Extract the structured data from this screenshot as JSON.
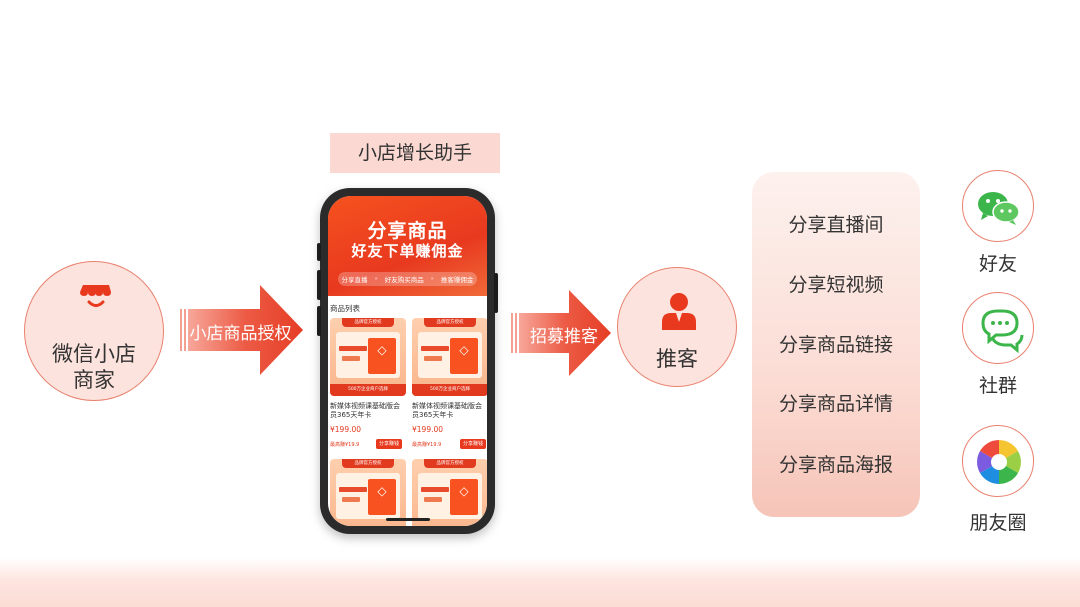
{
  "merchant": {
    "line1": "微信小店",
    "line2": "商家"
  },
  "arrow_authorize": {
    "label": "小店商品授权"
  },
  "title_tag": "小店增长助手",
  "phone": {
    "banner_title": "分享商品",
    "banner_subtitle": "好友下单赚佣金",
    "steps": [
      "分享直播",
      "好友购买商品",
      "推客赚佣金"
    ],
    "list_title": "商品列表",
    "cards": [
      {
        "tag": "品牌官方授权",
        "foot": "500万企业商户选择",
        "name": "新媒体视频课基础版会员365天年卡",
        "price": "¥199.00",
        "earn": "最高赚¥19.9",
        "button": "分享赚钱"
      },
      {
        "tag": "品牌官方授权",
        "foot": "500万企业商户选择",
        "name": "新媒体视频课基础版会员365天年卡",
        "price": "¥199.00",
        "earn": "最高赚¥19.9",
        "button": "分享赚钱"
      },
      {
        "tag": "品牌官方授权",
        "foot": ""
      },
      {
        "tag": "品牌官方授权",
        "foot": ""
      }
    ]
  },
  "arrow_recruit": {
    "label": "招募推客"
  },
  "promoter": {
    "label": "推客"
  },
  "share_options": [
    "分享直播间",
    "分享短视频",
    "分享商品链接",
    "分享商品详情",
    "分享商品海报"
  ],
  "channels": [
    {
      "icon": "wechat-icon",
      "label": "好友"
    },
    {
      "icon": "community-chat-icon",
      "label": "社群"
    },
    {
      "icon": "moments-icon",
      "label": "朋友圈"
    }
  ],
  "colors": {
    "accent": "#e8391f",
    "soft": "#fde3dd",
    "outline": "#e9816f"
  }
}
